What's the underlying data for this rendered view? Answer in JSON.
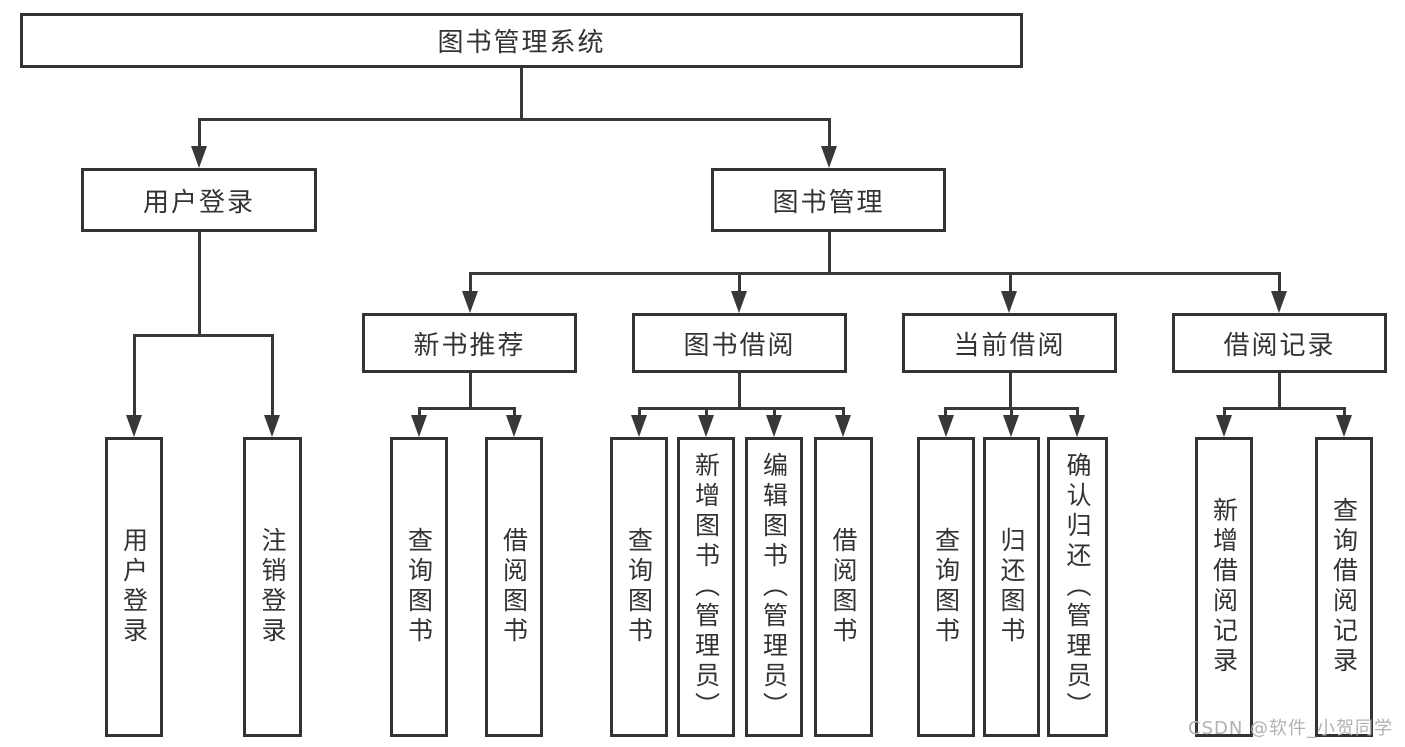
{
  "diagram": {
    "title_node": {
      "label": "图书管理系统"
    },
    "level2": [
      {
        "label": "用户登录"
      },
      {
        "label": "图书管理"
      }
    ],
    "level3": [
      {
        "label": "新书推荐"
      },
      {
        "label": "图书借阅"
      },
      {
        "label": "当前借阅"
      },
      {
        "label": "借阅记录"
      }
    ],
    "leaves": {
      "user": [
        "用户登录",
        "注销登录"
      ],
      "newbook": [
        "查询图书",
        "借阅图书"
      ],
      "borrow": [
        "查询图书",
        "新增图书（管理员）",
        "编辑图书（管理员）",
        "借阅图书"
      ],
      "current": [
        "查询图书",
        "归还图书",
        "确认归还（管理员）"
      ],
      "records": [
        "新增借阅记录",
        "查询借阅记录"
      ]
    },
    "watermark": "CSDN @软件_小贺同学",
    "colors": {
      "line": "#383838",
      "border": "#333333",
      "text": "#333333",
      "watermark": "#b2b2b2",
      "background": "#ffffff"
    }
  }
}
